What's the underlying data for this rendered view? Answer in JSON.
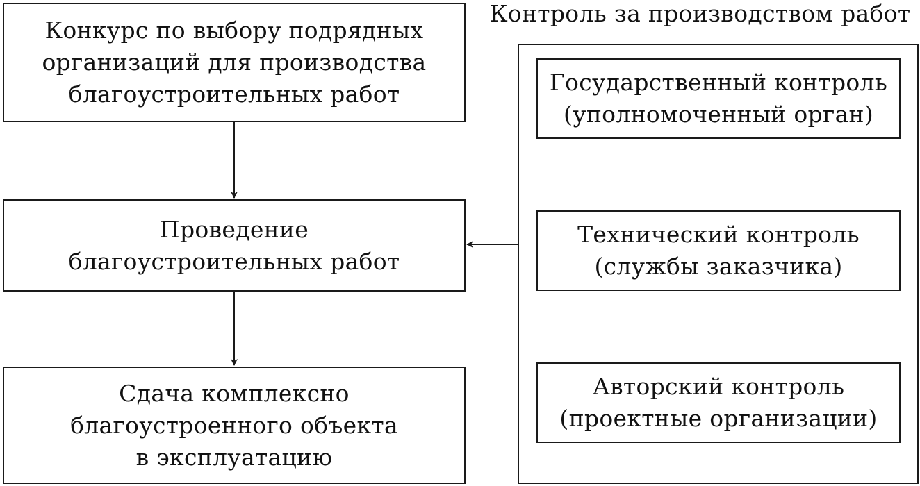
{
  "control_title": "Контроль за производством работ",
  "flow": {
    "contest": {
      "line1": "Конкурс по выбору подрядных",
      "line2": "организаций для производства",
      "line3": "благоустроительных работ"
    },
    "works": {
      "line1": "Проведение",
      "line2": "благоустроительных работ"
    },
    "handover": {
      "line1": "Сдача комплексно",
      "line2": "благоустроенного объекта",
      "line3": "в эксплуатацию"
    }
  },
  "control": {
    "state": {
      "line1": "Государственный контроль",
      "line2": "(уполномоченный орган)"
    },
    "technical": {
      "line1": "Технический контроль",
      "line2": "(службы заказчика)"
    },
    "author": {
      "line1": "Авторский контроль",
      "line2": "(проектные организации)"
    }
  }
}
